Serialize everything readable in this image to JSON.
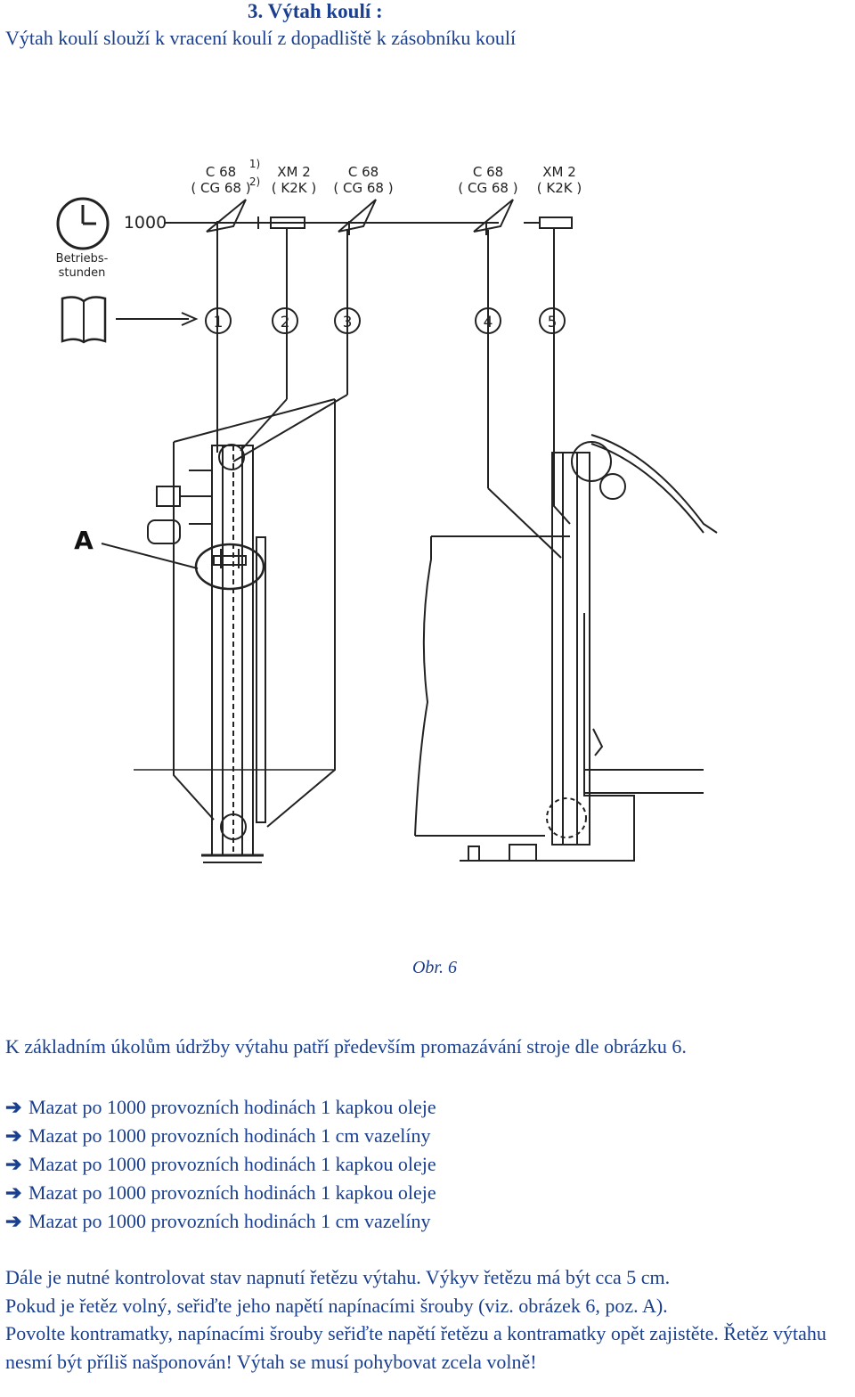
{
  "heading": "3.   Výtah koulí :",
  "intro": "Výtah koulí slouží k vracení koulí z dopadliště k zásobníku koulí",
  "figure": {
    "lubricant_labels": [
      {
        "top": "C 68",
        "bottom": "( CG 68 )"
      },
      {
        "top": "XM 2",
        "bottom": "( K2K )"
      },
      {
        "top": "C 68",
        "bottom": "( CG 68 )"
      },
      {
        "top": "C 68",
        "bottom": "( CG 68 )"
      },
      {
        "top": "XM 2",
        "bottom": "( K2K )"
      }
    ],
    "footnote_marks": [
      "1)",
      "2)"
    ],
    "interval": "1000",
    "clock_label_line1": "Betriebs-",
    "clock_label_line2": "stunden",
    "positions": [
      "1",
      "2",
      "3",
      "4",
      "5"
    ],
    "marker": "A"
  },
  "caption": "Obr. 6",
  "task_intro": "K základním úkolům údržby výtahu patří především promazávání stroje dle obrázku 6.",
  "arrow_glyph": "➔",
  "instructions": [
    "Mazat po 1000 provozních hodinách 1 kapkou oleje",
    "Mazat po 1000 provozních hodinách 1 cm vazelíny",
    "Mazat po 1000 provozních hodinách 1 kapkou oleje",
    "Mazat po 1000 provozních hodinách 1 kapkou oleje",
    "Mazat po 1000 provozních hodinách 1 cm vazelíny"
  ],
  "notes": [
    "Dále je nutné kontrolovat stav napnutí řetězu výtahu. Výkyv řetězu má být cca 5 cm.",
    "Pokud je řetěz volný, seřiďte jeho napětí napínacími šrouby (viz. obrázek 6, poz. A).",
    "Povolte kontramatky, napínacími šrouby seřiďte napětí řetězu a kontramatky opět zajistěte. Řetěz výtahu nesmí být příliš našponován! Výtah se musí pohybovat zcela volně!"
  ]
}
